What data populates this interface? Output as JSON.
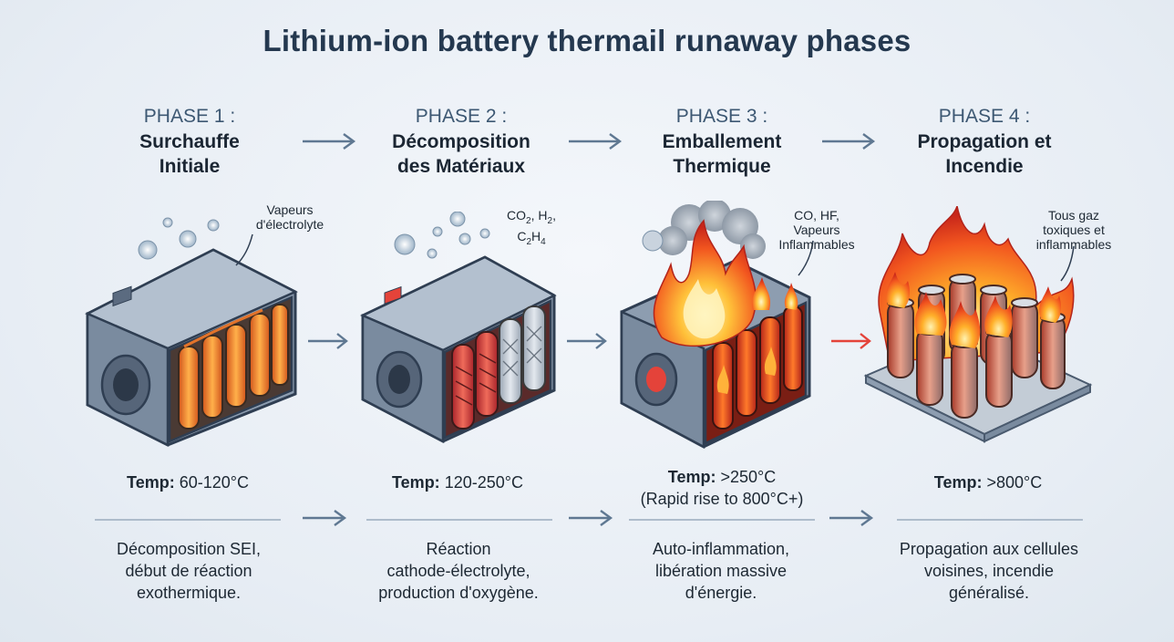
{
  "title": "Lithium-ion battery thermail runaway  phases",
  "phases": [
    {
      "num": "PHASE 1 :",
      "name_line1": "Surchauffe",
      "name_line2": "Initiale",
      "gas_line1": "Vapeurs",
      "gas_line2": "d'électrolyte",
      "temp_label": "Temp:",
      "temp_value": "60-120°C",
      "desc_line1": "Décomposition SEI,",
      "desc_line2": "début de réaction",
      "desc_line3": "exothermique."
    },
    {
      "num": "PHASE 2 :",
      "name_line1": "Décomposition",
      "name_line2": "des Matériaux",
      "gas_a": "CO",
      "gas_a_sub": "2",
      "gas_b": ", H",
      "gas_b_sub": "2",
      "gas_c": ",",
      "gas_d": "C",
      "gas_d_sub": "2",
      "gas_e": "H",
      "gas_e_sub": "4",
      "temp_label": "Temp:",
      "temp_value": "120-250°C",
      "desc_line1": "Réaction",
      "desc_line2": "cathode-électrolyte,",
      "desc_line3": "production d'oxygène."
    },
    {
      "num": "PHASE 3 :",
      "name_line1": "Emballement",
      "name_line2": "Thermique",
      "gas_line1": "CO, HF,",
      "gas_line2": "Vapeurs",
      "gas_line3": "Inflammables",
      "temp_label": "Temp:",
      "temp_value": ">250°C",
      "temp_line2": "(Rapid rise to 800°C+)",
      "desc_line1": "Auto-inflammation,",
      "desc_line2": "libération massive",
      "desc_line3": "d'énergie."
    },
    {
      "num": "PHASE 4 :",
      "name_line1": "Propagation et",
      "name_line2": "Incendie",
      "gas_line1": "Tous gaz",
      "gas_line2": "toxiques et",
      "gas_line3": "inflammables",
      "temp_label": "Temp:",
      "temp_value": ">800°C",
      "desc_line1": "Propagation aux cellules",
      "desc_line2": "voisines, incendie",
      "desc_line3": "généralisé."
    }
  ],
  "colors": {
    "arrow": "#5f7892",
    "arrow_hot": "#e4433a",
    "casing": "#7f8fa4",
    "cell_glow": "#f07a2a",
    "flame": "#f2561f"
  }
}
